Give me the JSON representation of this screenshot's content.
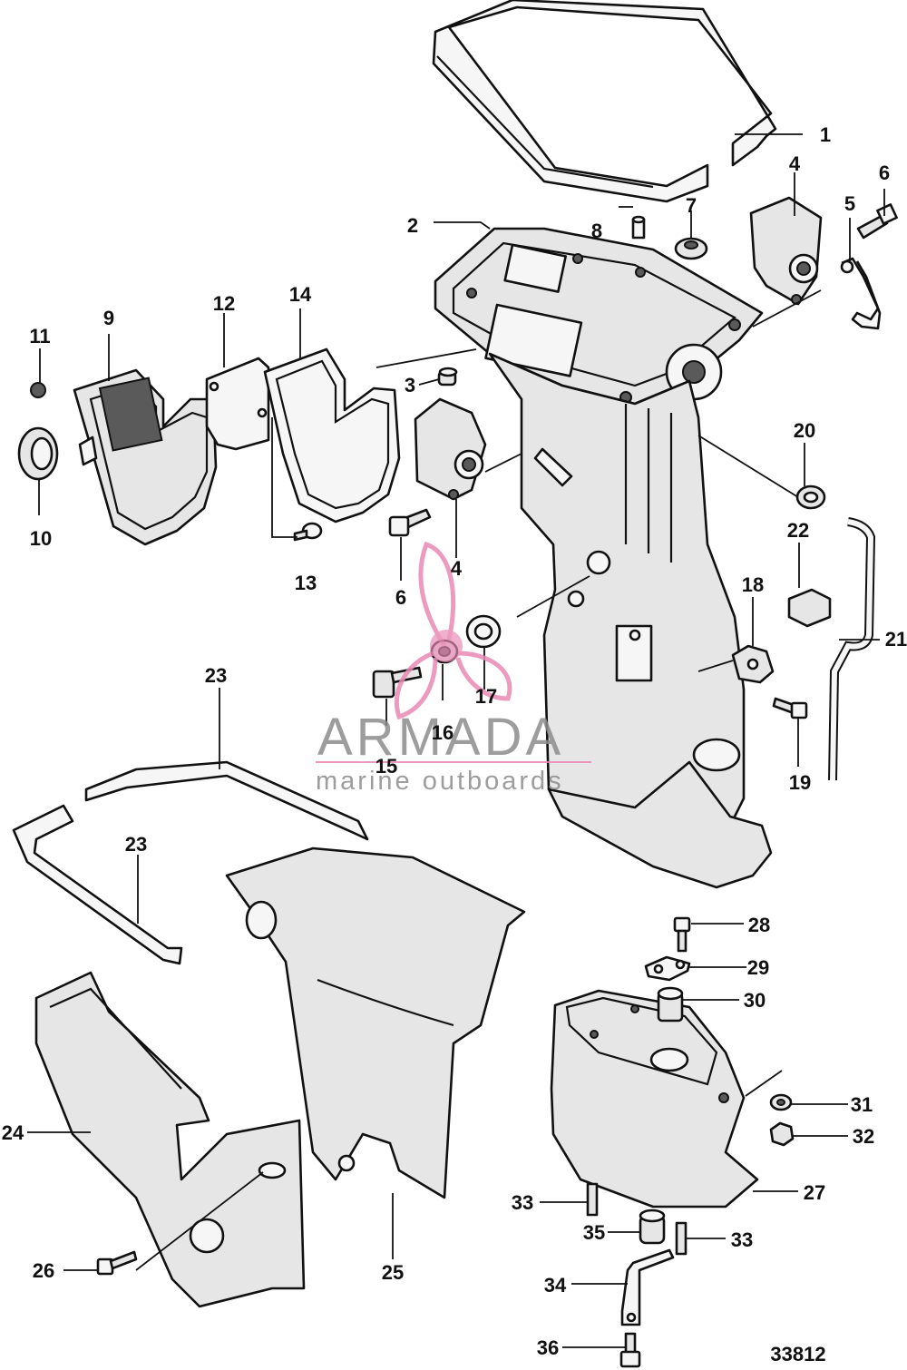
{
  "figure_number": "33812",
  "watermark": {
    "brand": "ARMADA",
    "tagline": "marine outboards",
    "logo_color": "#e98ab4"
  },
  "callouts": [
    "1",
    "2",
    "3",
    "4",
    "4",
    "5",
    "6",
    "6",
    "7",
    "8",
    "9",
    "10",
    "11",
    "12",
    "13",
    "14",
    "15",
    "16",
    "17",
    "18",
    "19",
    "20",
    "21",
    "22",
    "23",
    "23",
    "24",
    "25",
    "26",
    "27",
    "28",
    "29",
    "30",
    "31",
    "32",
    "33",
    "33",
    "34",
    "35",
    "36"
  ]
}
